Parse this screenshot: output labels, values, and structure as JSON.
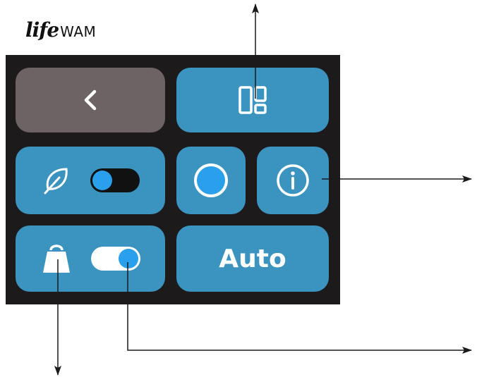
{
  "brand": {
    "script_part": "life",
    "text_part": "WAM"
  },
  "buttons": {
    "back": {
      "icon": "chevron-left-icon"
    },
    "layout": {
      "icon": "layout-grid-icon"
    },
    "eco": {
      "icon": "leaf-icon",
      "toggle_on": false
    },
    "circle": {
      "icon": "circle-icon"
    },
    "info": {
      "icon": "info-icon"
    },
    "weight": {
      "icon": "weight-icon",
      "toggle_on": true
    },
    "auto": {
      "label": "Auto"
    }
  },
  "colors": {
    "panel": "#1c1a1b",
    "button": "#3b93bf",
    "back_button": "#6d6364",
    "accent": "#2aa0ec",
    "toggle_off_track": "#111111",
    "toggle_on_track": "#ffffff"
  }
}
